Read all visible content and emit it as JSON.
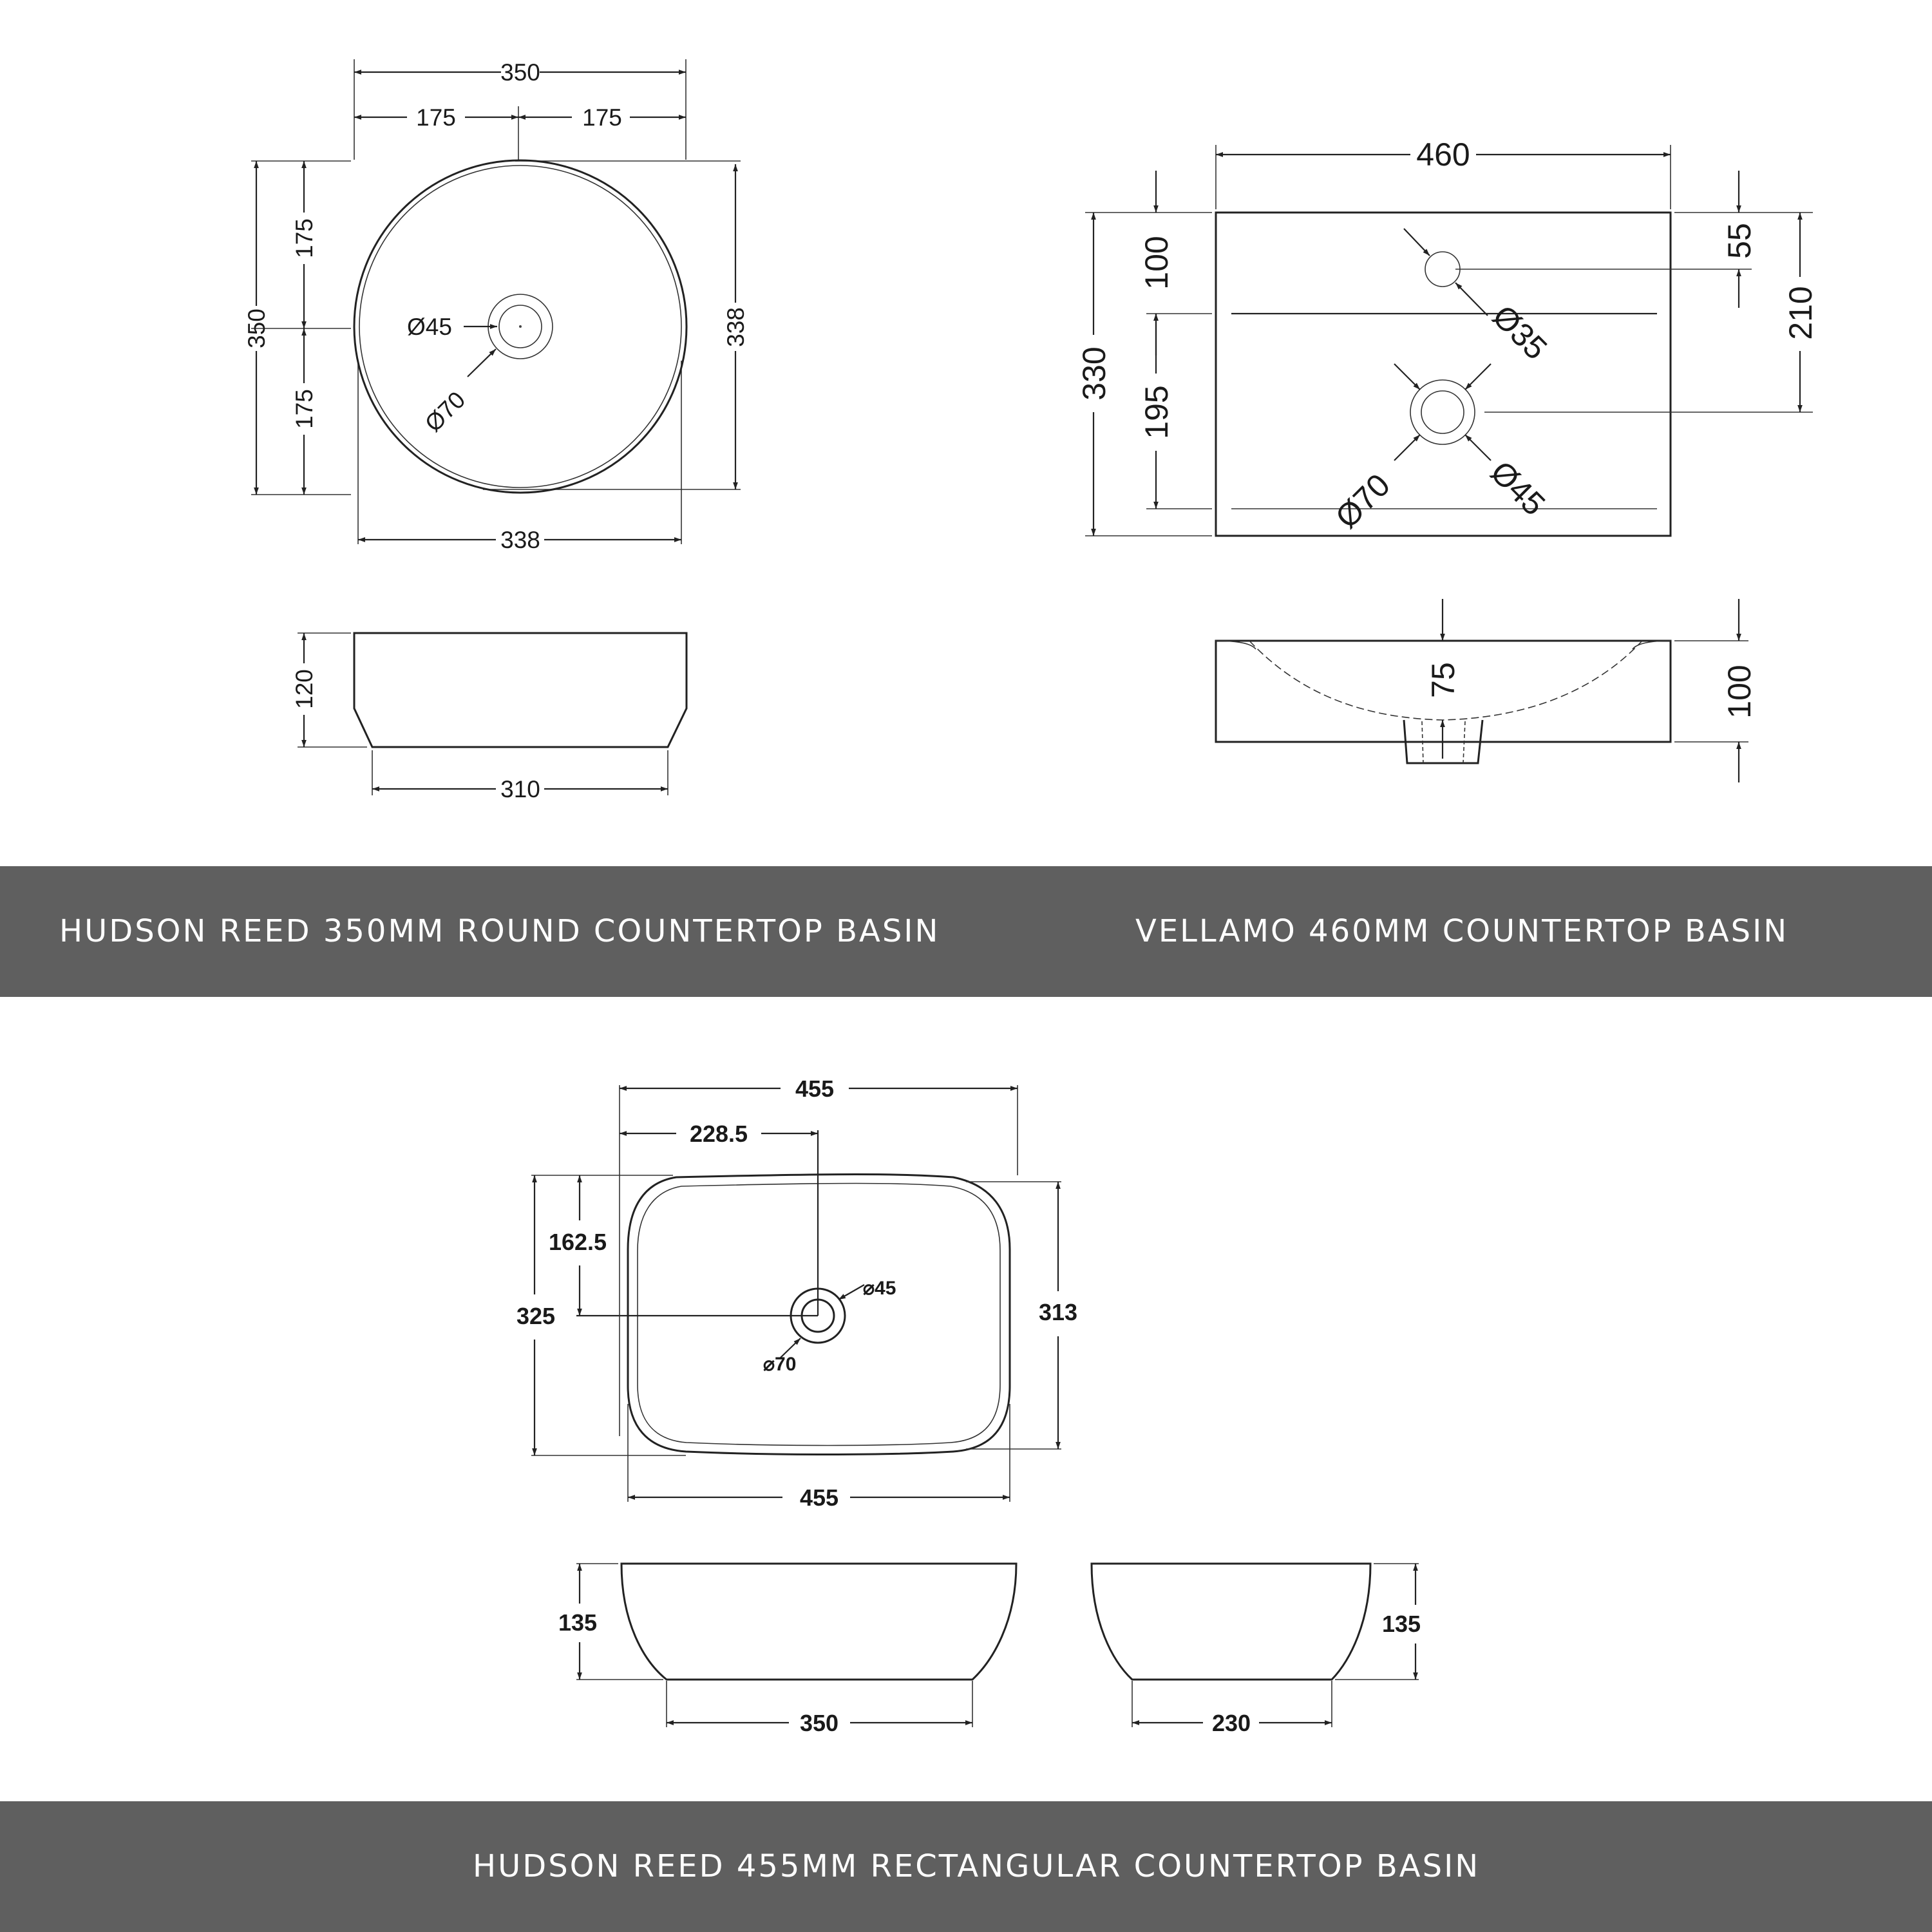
{
  "banners": {
    "round_basin": "HUDSON REED 350MM ROUND COUNTERTOP BASIN",
    "vellamo_basin": "VELLAMO 460MM COUNTERTOP BASIN",
    "rect_basin": "HUDSON REED 455MM RECTANGULAR COUNTERTOP BASIN"
  },
  "round_basin": {
    "overall_width": "350",
    "half_width_left": "175",
    "half_width_right": "175",
    "overall_height": "350",
    "half_height_top": "175",
    "half_height_bottom": "175",
    "inner_width": "338",
    "inner_height": "338",
    "waste_inner": "Ø45",
    "waste_outer": "Ø70",
    "side_height": "120",
    "base_width": "310"
  },
  "vellamo_basin": {
    "overall_width": "460",
    "overall_height": "330",
    "upper_depth": "100",
    "lower_depth": "195",
    "tap_offset": "55",
    "waste_offset": "210",
    "tap_hole": "Ø35",
    "waste_outer": "Ø70",
    "waste_inner": "Ø45",
    "bowl_depth": "75",
    "side_height": "100"
  },
  "rect_basin": {
    "overall_width": "455",
    "half_width": "228.5",
    "half_depth": "162.5",
    "overall_depth": "325",
    "inner_depth": "313",
    "waste_inner": "⌀45",
    "waste_outer": "⌀70",
    "bottom_width": "455",
    "front_height": "135",
    "front_base": "350",
    "side_height": "135",
    "side_base": "230"
  }
}
